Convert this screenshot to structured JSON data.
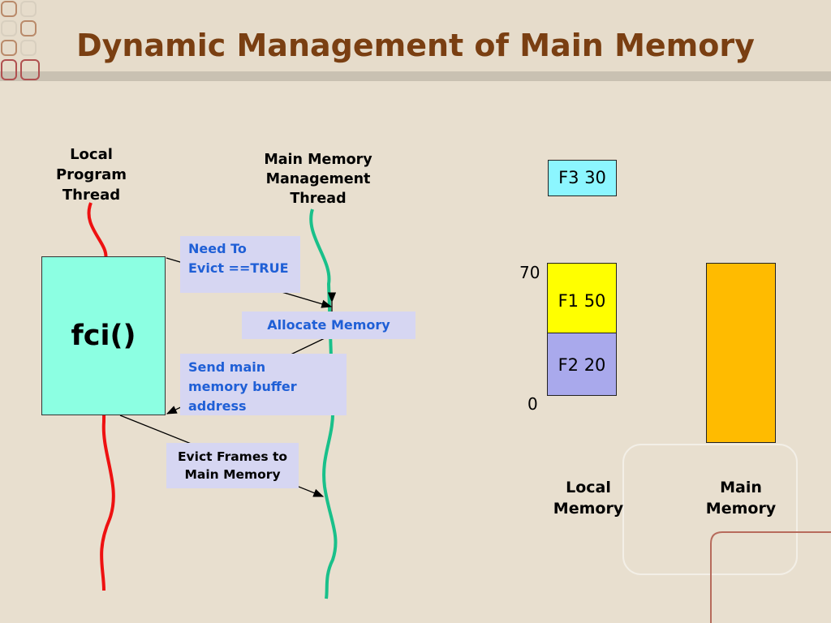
{
  "slide": {
    "title": "Dynamic Management of Main Memory"
  },
  "threads": {
    "local_program_thread": "Local\nProgram\nThread",
    "main_memory_thread": "Main Memory\nManagement\nThread"
  },
  "function_box": {
    "label": "fci()"
  },
  "messages": {
    "need_to_evict": "Need To\nEvict ==TRUE",
    "allocate_memory": "Allocate Memory",
    "send_buffer_address": "Send main\nmemory buffer\naddress",
    "evict_frames": "Evict Frames to\nMain Memory"
  },
  "memory": {
    "frame_f3": "F3 30",
    "frame_f1": "F1 50",
    "frame_f2": "F2 20",
    "tick_top": "70",
    "tick_bottom": "0",
    "local_memory_label": "Local\nMemory",
    "main_memory_label": "Main\nMemory"
  },
  "colors": {
    "title": "#7a3f12",
    "local_thread": "#ee1111",
    "main_thread": "#19c08a",
    "fci_box": "#8cffe2",
    "f3": "#8cf6ff",
    "f1": "#ffff00",
    "f2": "#a9a9ec",
    "main_memory": "#ffbb00"
  }
}
